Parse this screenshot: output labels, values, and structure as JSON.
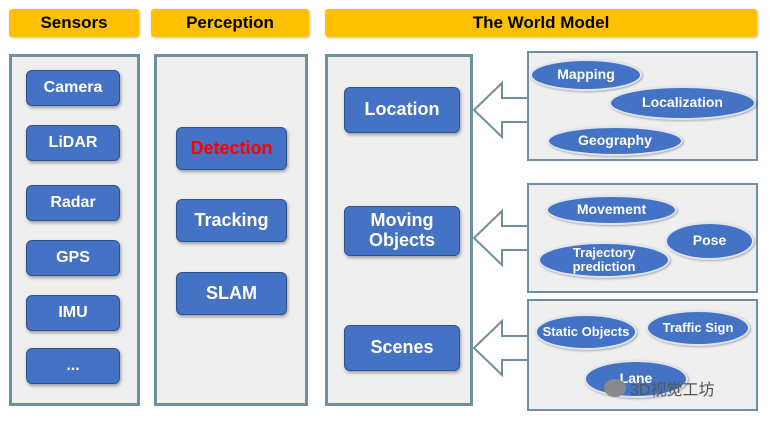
{
  "headers": {
    "sensors": "Sensors",
    "perception": "Perception",
    "world_model": "The World Model"
  },
  "sensors": [
    "Camera",
    "LiDAR",
    "Radar",
    "GPS",
    "IMU",
    "..."
  ],
  "perception": [
    "Detection",
    "Tracking",
    "SLAM"
  ],
  "world_model": [
    "Location",
    "Moving Objects",
    "Scenes"
  ],
  "location_details": [
    "Mapping",
    "Localization",
    "Geography"
  ],
  "moving_details": [
    "Movement",
    "Pose",
    "Trajectory prediction"
  ],
  "scene_details": [
    "Static Objects",
    "Traffic Sign",
    "Lane"
  ],
  "watermark": "3D视觉工坊",
  "colors": {
    "header": "#ffc000",
    "node": "#4472c4",
    "highlight": "#ff0000",
    "panel_border": "#6f8f9f"
  }
}
